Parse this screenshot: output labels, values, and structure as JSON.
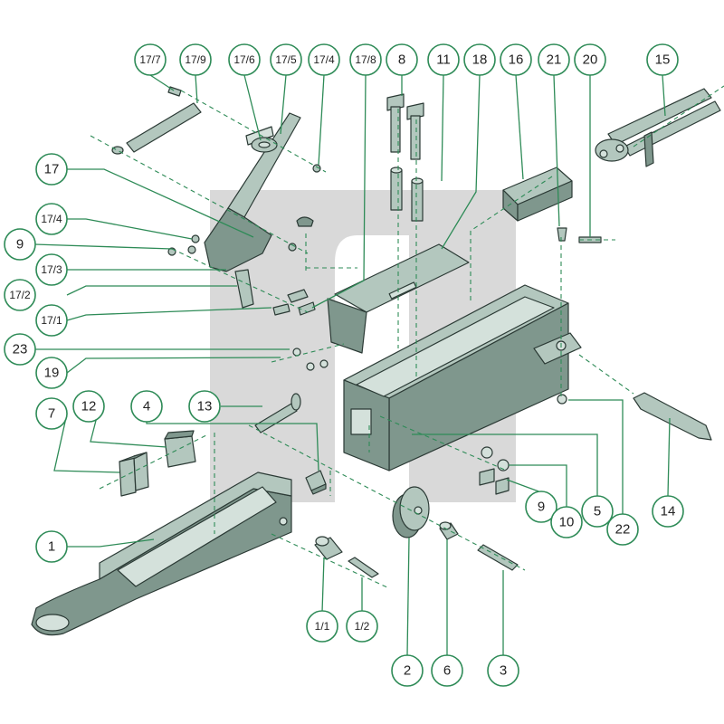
{
  "callouts": [
    {
      "id": "c-17-7",
      "label": "17/7"
    },
    {
      "id": "c-17-9",
      "label": "17/9"
    },
    {
      "id": "c-17-6",
      "label": "17/6"
    },
    {
      "id": "c-17-5",
      "label": "17/5"
    },
    {
      "id": "c-17-4a",
      "label": "17/4"
    },
    {
      "id": "c-17-8",
      "label": "17/8"
    },
    {
      "id": "c-8",
      "label": "8"
    },
    {
      "id": "c-11",
      "label": "11"
    },
    {
      "id": "c-18",
      "label": "18"
    },
    {
      "id": "c-16",
      "label": "16"
    },
    {
      "id": "c-21",
      "label": "21"
    },
    {
      "id": "c-20",
      "label": "20"
    },
    {
      "id": "c-15",
      "label": "15"
    },
    {
      "id": "c-17",
      "label": "17"
    },
    {
      "id": "c-17-4b",
      "label": "17/4"
    },
    {
      "id": "c-9a",
      "label": "9"
    },
    {
      "id": "c-17-3",
      "label": "17/3"
    },
    {
      "id": "c-17-2",
      "label": "17/2"
    },
    {
      "id": "c-17-1",
      "label": "17/1"
    },
    {
      "id": "c-23",
      "label": "23"
    },
    {
      "id": "c-19",
      "label": "19"
    },
    {
      "id": "c-7",
      "label": "7"
    },
    {
      "id": "c-12",
      "label": "12"
    },
    {
      "id": "c-4",
      "label": "4"
    },
    {
      "id": "c-13",
      "label": "13"
    },
    {
      "id": "c-1",
      "label": "1"
    },
    {
      "id": "c-1-1",
      "label": "1/1"
    },
    {
      "id": "c-1-2",
      "label": "1/2"
    },
    {
      "id": "c-2",
      "label": "2"
    },
    {
      "id": "c-6",
      "label": "6"
    },
    {
      "id": "c-3",
      "label": "3"
    },
    {
      "id": "c-9b",
      "label": "9"
    },
    {
      "id": "c-10",
      "label": "10"
    },
    {
      "id": "c-5",
      "label": "5"
    },
    {
      "id": "c-22",
      "label": "22"
    },
    {
      "id": "c-14",
      "label": "14"
    }
  ],
  "colors": {
    "accent": "#2e8b57",
    "part_fill": "#b3c7be",
    "part_dark": "#7f978d",
    "outline": "#2b3a35",
    "watermark": "#d9d9d9"
  }
}
